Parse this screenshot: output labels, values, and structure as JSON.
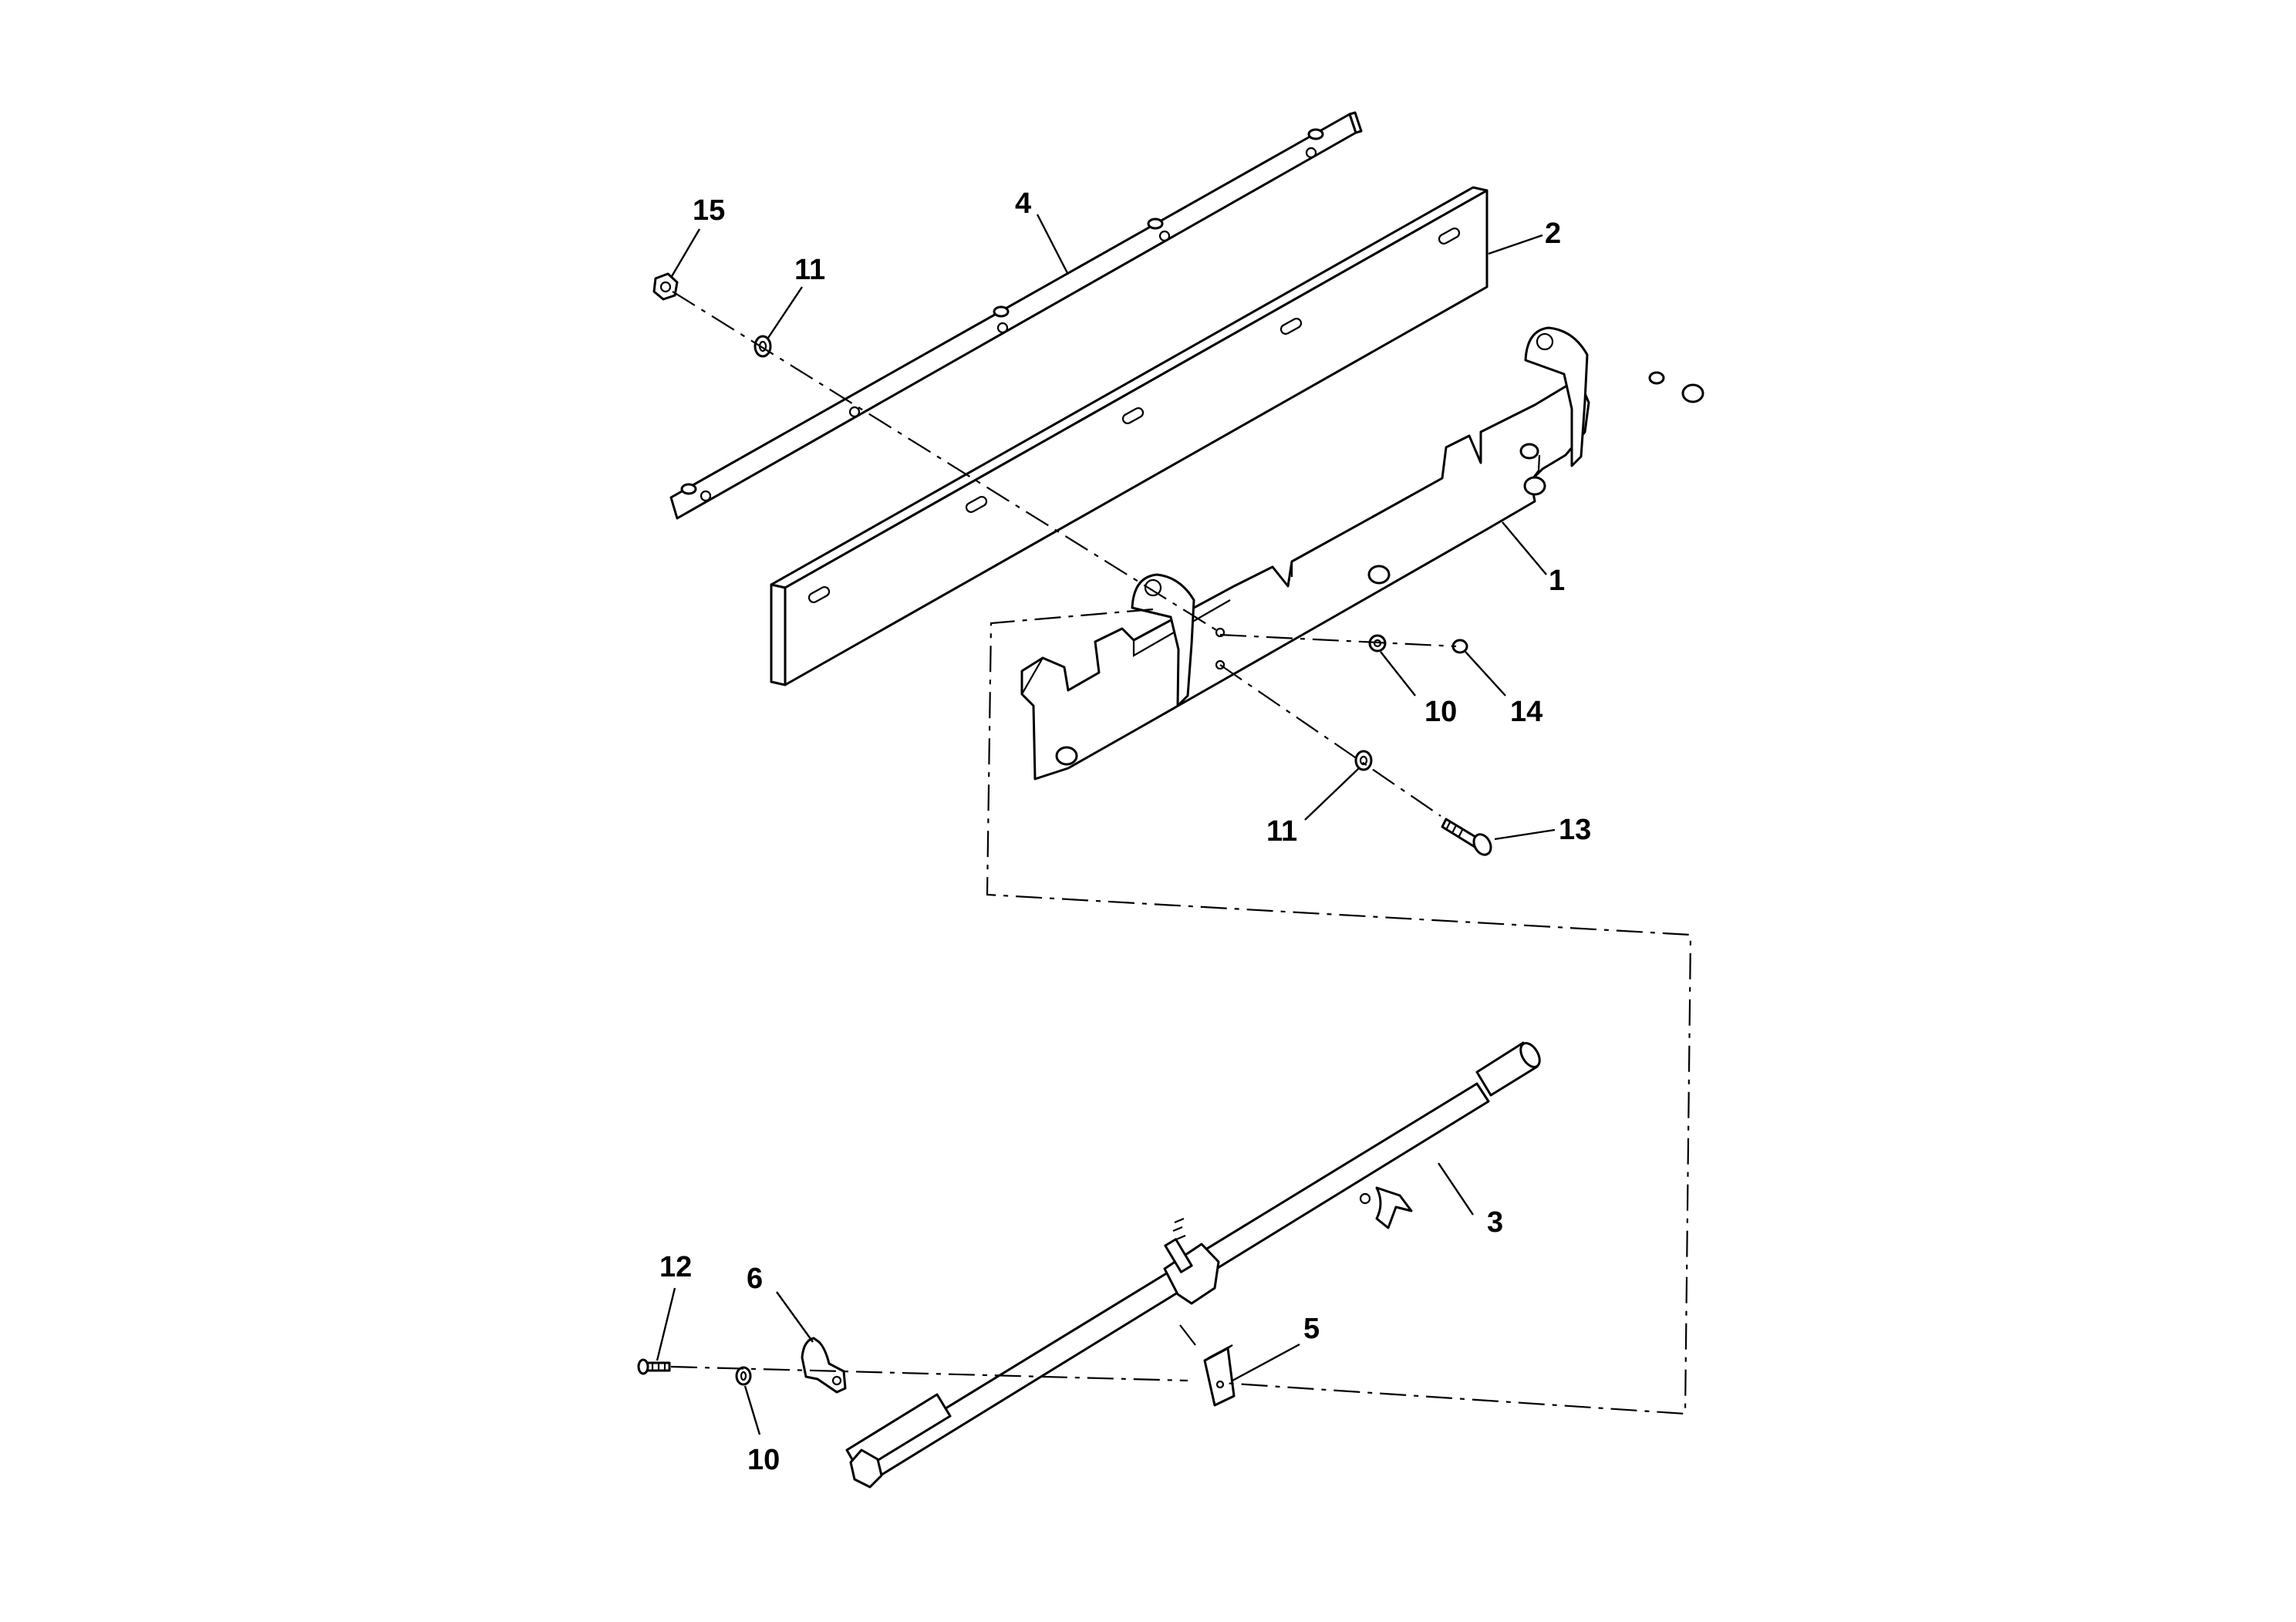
{
  "colors": {
    "line": "#000000",
    "background": "#ffffff"
  },
  "callouts": {
    "c15": "15",
    "c11a": "11",
    "c4": "4",
    "c2": "2",
    "c1": "1",
    "c10a": "10",
    "c14": "14",
    "c11b": "11",
    "c13": "13",
    "c3": "3",
    "c12": "12",
    "c6": "6",
    "c5": "5",
    "c10b": "10"
  }
}
